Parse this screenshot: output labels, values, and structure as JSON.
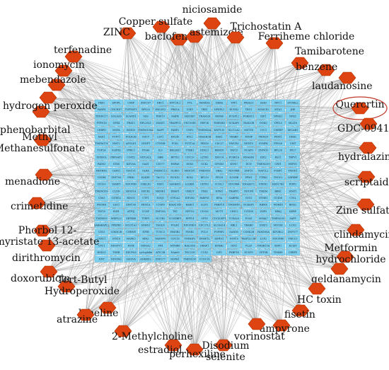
{
  "network": {
    "colors": {
      "drug_node": "#dd4411",
      "drug_node_stroke": "#b23000",
      "gene_node": "#7fd0ee",
      "gene_node_stroke": "#4fb6dd",
      "edge": "#9a9a9a",
      "highlight_ring": "#c0392b"
    },
    "highlight": "Quercrtin",
    "drugs": [
      "niciosamide",
      "baclofen",
      "astemizole",
      "Trichostatin A",
      "Ferriheme chloride",
      "Tamibarotene",
      "benzene",
      "laudanosine",
      "Quercrtin",
      "GDC-0941",
      "hydralazine",
      "scriptaid",
      "Zine sulfate",
      "clindamycin",
      "Metformin hydrochloride",
      "geldanamycin",
      "HC toxin",
      "fisetin",
      "ampyrone",
      "vorinostat",
      "Disodium selenite",
      "perhexiline",
      "estradiol",
      "2-Methylcholine",
      "lobeline",
      "atrazine",
      "Tert-Butyl Hydroperoxide",
      "doxorubicin",
      "dirithromycin",
      "Phorbol 12-myristate 13-acetate",
      "crimetidine",
      "menadione",
      "Methyl Methanesulfonate",
      "phenobarbital",
      "hydrogen peroxide",
      "mebendazole",
      "ionomycin",
      "terfenadine",
      "ZINC",
      "Copper sulfate"
    ],
    "genes": [
      "PKIG",
      "SPOPL",
      "CMIP",
      "ZNF207",
      "DKC1",
      "DPY19L1",
      "FTL",
      "FAM43A",
      "DERA",
      "TPP1",
      "PRSS23",
      "SSR3",
      "NPC1",
      "STOML2",
      "PARP4",
      "CHCHD7",
      "TNFRSF1",
      "RPS28",
      "EMLIN3",
      "PRKCA",
      "USE1",
      "YBX1",
      "NPEPL1",
      "RUNX3",
      "TRG1",
      "NSMCE2",
      "MTA1",
      "JHE",
      "TXNDC17",
      "GOLGA5",
      "SCAND1",
      "GSS",
      "PHF19",
      "MAPK",
      "HSD3B7",
      "TRAM2B",
      "PAFSB",
      "DUSP12",
      "PGRMC1",
      "EIF1",
      "NPHS1",
      "NFE2",
      "PTPN18",
      "GPX4",
      "FRAT2",
      "RPL28L1",
      "ZMAT1",
      "TRAPPC1",
      "UNC93B1",
      "EEF2K",
      "TMEM45",
      "NCKAP5",
      "FAM20B",
      "DGKQ",
      "YPEL3",
      "MLLT6",
      "CEBPD",
      "MGPA",
      "BGR10",
      "TMEM106A",
      "MAPT",
      "PARP2",
      "UNP2",
      "TMEM43A",
      "KNF130",
      "SLC12A2",
      "MST1R",
      "CYC1",
      "CHERP",
      "XECAB1",
      "DAD1",
      "TUFT1",
      "POLR2H",
      "GGCT",
      "LST1",
      "KPL40",
      "RTL1",
      "UBASH3B",
      "BAK1",
      "TRABD",
      "TXNIP",
      "TRIM28",
      "PIDD1",
      "DDB2",
      "TMEM176",
      "NMT2",
      "APOLD1",
      "CENPT",
      "CTNNB",
      "PCK2",
      "PCYT2A",
      "PEX16",
      "CDC27",
      "NMUR2",
      "NENT5",
      "SYMPK",
      "PPN26",
      "UMT",
      "TOP2A",
      "GLIPR2",
      "PPRC1",
      "ITGA6",
      "IL9",
      "BHLHE1",
      "TTBK1",
      "DDX21",
      "RBM38",
      "TAF15",
      "NCAPG",
      "ZNF410",
      "RPL26",
      "IFI27",
      "DDX60L",
      "PRPSAP2",
      "COPZ2",
      "GTF2A1L",
      "HBB",
      "RFTN2",
      "CDC20",
      "LZTR1",
      "XRCC4",
      "FCER1A",
      "RNASE6",
      "EDI2",
      "RS11",
      "TRPV1",
      "FADS3",
      "STX8",
      "KIF20A",
      "OAZ1",
      "CD177",
      "HSPA8",
      "DDX3",
      "GCK2",
      "GPSM3",
      "KYNU",
      "DCN",
      "TMEM259",
      "CRY1",
      "HSPD1",
      "METRNL",
      "CAPS1",
      "TSG101",
      "GLRX",
      "TMEM112",
      "GLRX5",
      "MED1P1",
      "TMEM59",
      "SBA2",
      "NDUFB4",
      "ZNF16",
      "NAP1L2",
      "PCBP1",
      "TMOD1",
      "CNIH4",
      "ZNF706",
      "PHB2",
      "KLKB1",
      "TACC2",
      "RUNX2",
      "RGS2",
      "RPL10",
      "FECH",
      "IL10RB",
      "PPM1",
      "TTBK2",
      "TNOC2",
      "LRP4BP",
      "CD109",
      "YAMP5",
      "NDUFB9",
      "CRELD2",
      "NXF1",
      "SAMHD1",
      "LILRB1",
      "CETN2",
      "CCNL1",
      "NDUFB4",
      "ENASE72",
      "PFDN2",
      "HSD17B1",
      "PIPP2",
      "TMEM169",
      "CLGN",
      "HIGD1A",
      "DECR2",
      "MKNK1",
      "DRAP1",
      "UBE2T",
      "TXB2",
      "NPM1",
      "TRAPPC",
      "NDUF4",
      "TMEM",
      "BRK1",
      "STAT1",
      "CD63",
      "CITED2",
      "RING1",
      "UTF1",
      "NINJ1",
      "GTF2A2",
      "EIF2B3",
      "PARPS1",
      "RPIA",
      "GABPB2",
      "GYG1",
      "ETHE1",
      "GUIDS",
      "CTSL",
      "PRODH",
      "LSG1",
      "ZNF106",
      "FEM1A",
      "C1GPD",
      "KIAA1549",
      "RAB31",
      "SLIT2",
      "FKBP14",
      "TMEM48",
      "NCKAP5",
      "RBMX",
      "WDR48",
      "BMS2",
      "TXY10",
      "IDH1",
      "ATP5J",
      "CCNF",
      "ZNF383",
      "TK1",
      "NETO2",
      "CD302",
      "MUT1",
      "CHIC2",
      "CCNDS",
      "ZNF5",
      "HBAJ",
      "KERP",
      "TMEM59",
      "MRPS22",
      "ZBTB48",
      "TYRP1",
      "NCOR2",
      "CCNDBP1",
      "RPP14",
      "OFD1",
      "CDC42EP1",
      "TCEAL8",
      "POLE",
      "MS4A7",
      "TMEM235",
      "SAPP",
      "GABARAPL2",
      "PFKFB3",
      "SULT1A1",
      "SNHG1",
      "TAGLN",
      "FOLR1",
      "NDUFB10",
      "CDC37L1",
      "SLC6A14",
      "RBL1",
      "TRABD",
      "STAT3",
      "MYO5E",
      "LCN2",
      "CD53",
      "CDKN2B",
      "CHRNE",
      "NFIB",
      "TUSC3",
      "HMGB2",
      "FDSR2",
      "PCLO",
      "FGFBP2",
      "DAND5",
      "CSNK2B",
      "FAM168A",
      "KIF2BL2",
      "ZNF577",
      "CXXC1",
      "STX16",
      "MAPK3",
      "RPA3",
      "TADNPO",
      "CDC16",
      "TNFAIP3",
      "IMMP1L",
      "EIF4G1",
      "NOP10",
      "MAP1LC3B",
      "LCP2",
      "NDUFB6",
      "TMCC3",
      "UPC1",
      "NDUFV1",
      "PSTK",
      "MDGA2",
      "PF4",
      "MTMR8",
      "RALGDS",
      "DRAP1",
      "EPHB2",
      "GDI1",
      "PLLP",
      "TMSB15A",
      "KNF1",
      "ECSIT",
      "HSDL1",
      "TSHR",
      "NDUFA5",
      "cyclophilin",
      "ATIC2B",
      "NAA60",
      "TNC22D",
      "CUX2",
      "LIF1",
      "FKBP14",
      "DUSP3",
      "UPF3B",
      "TIMM8",
      "CEBPZ",
      "NNT",
      "NDUFA1",
      "SSIGVA",
      "ANKRD2",
      "ZNF277",
      "HSPH1",
      "TMEM130",
      "CCDC14"
    ]
  }
}
